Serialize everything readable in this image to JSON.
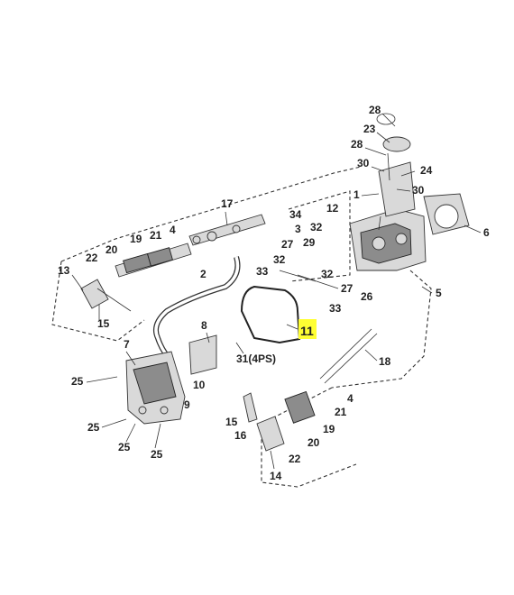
{
  "highlight_color": "#ffff33",
  "labels": {
    "c28a": "28",
    "c23": "23",
    "c28b": "28",
    "c30a": "30",
    "c24": "24",
    "c1": "1",
    "c30b": "30",
    "c6": "6",
    "c17": "17",
    "c34": "34",
    "c12": "12",
    "c3": "3",
    "c32a": "32",
    "c27a": "27",
    "c29": "29",
    "c32b": "32",
    "c33a": "33",
    "c32c": "32",
    "c27b": "27",
    "c26": "26",
    "c5": "5",
    "c33b": "33",
    "c13": "13",
    "c22a": "22",
    "c20a": "20",
    "c19a": "19",
    "c21a": "21",
    "c4a": "4",
    "c2": "2",
    "c15a": "15",
    "c11": "11",
    "c7": "7",
    "c8": "8",
    "c31": "31(4PS)",
    "c18": "18",
    "c25a": "25",
    "c10": "10",
    "c9": "9",
    "c4b": "4",
    "c21b": "21",
    "c15b": "15",
    "c19b": "19",
    "c16": "16",
    "c20b": "20",
    "c25b": "25",
    "c22b": "22",
    "c25c": "25",
    "c25d": "25",
    "c14": "14"
  }
}
